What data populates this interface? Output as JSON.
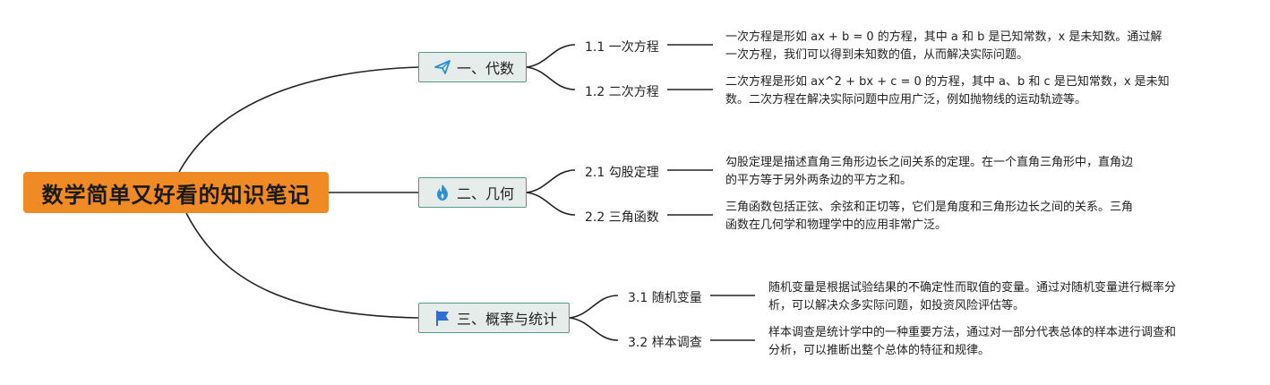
{
  "root": {
    "title": "数学简单又好看的知识笔记"
  },
  "colors": {
    "root_bg": "#f08a24",
    "branch_bg": "#e6ecea",
    "branch_border": "#4e9b89",
    "connector": "#222222"
  },
  "branches": [
    {
      "label": "一、代数",
      "icon": "paper-plane-icon",
      "topics": [
        {
          "label": "1.1 一次方程",
          "desc_lines": [
            "一次方程是形如 ax + b = 0 的方程，其中 a 和 b 是已知常数，x 是未知数。通过解",
            "一次方程，我们可以得到未知数的值，从而解决实际问题。"
          ]
        },
        {
          "label": "1.2 二次方程",
          "desc_lines": [
            "二次方程是形如 ax^2 + bx + c = 0 的方程，其中 a、b 和 c 是已知常数，x 是未知",
            "数。二次方程在解决实际问题中应用广泛，例如抛物线的运动轨迹等。"
          ]
        }
      ]
    },
    {
      "label": "二、几何",
      "icon": "fire-icon",
      "topics": [
        {
          "label": "2.1 勾股定理",
          "desc_lines": [
            "勾股定理是描述直角三角形边长之间关系的定理。在一个直角三角形中，直角边",
            "的平方等于另外两条边的平方之和。"
          ]
        },
        {
          "label": "2.2 三角函数",
          "desc_lines": [
            "三角函数包括正弦、余弦和正切等，它们是角度和三角形边长之间的关系。三角",
            "函数在几何学和物理学中的应用非常广泛。"
          ]
        }
      ]
    },
    {
      "label": "三、概率与统计",
      "icon": "flag-icon",
      "topics": [
        {
          "label": "3.1 随机变量",
          "desc_lines": [
            "随机变量是根据试验结果的不确定性而取值的变量。通过对随机变量进行概率分",
            "析，可以解决众多实际问题，如投资风险评估等。"
          ]
        },
        {
          "label": "3.2 样本调查",
          "desc_lines": [
            "样本调查是统计学中的一种重要方法，通过对一部分代表总体的样本进行调查和",
            "分析，可以推断出整个总体的特征和规律。"
          ]
        }
      ]
    }
  ]
}
